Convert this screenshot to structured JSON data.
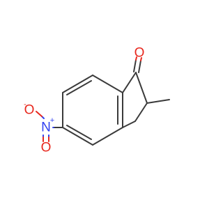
{
  "molecule": {
    "atoms": {
      "carbonyl_oxygen": {
        "symbol": "O",
        "color": "#e8281e"
      },
      "nitro_nitrogen": {
        "symbol": "N",
        "charge": "+",
        "color": "#3040f0"
      },
      "nitro_oxygen_minus": {
        "symbol": "O",
        "charge": "-",
        "color": "#e8281e"
      },
      "nitro_oxygen_double": {
        "symbol": "O",
        "color": "#e8281e"
      }
    },
    "colors": {
      "bond": "#3a3a3a",
      "oxygen": "#e8281e",
      "nitrogen": "#3040f0"
    }
  }
}
